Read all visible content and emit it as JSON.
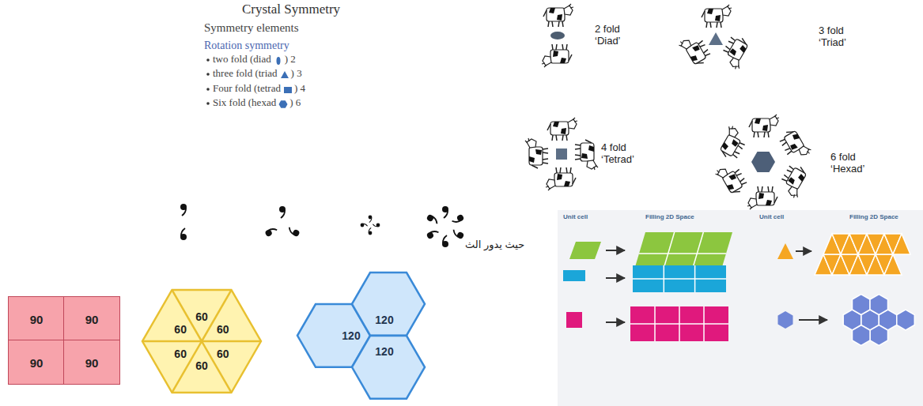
{
  "diagram": {
    "title": "Crystal Symmetry",
    "nodes": [
      {
        "text": [
          "90"
        ]
      },
      {
        "text": [
          "90"
        ]
      },
      {
        "text": [
          "90"
        ]
      },
      {
        "text": [
          "90"
        ]
      },
      {
        "text": [
          "60",
          "60",
          "60",
          "60",
          "60",
          "60"
        ]
      },
      {
        "text": [
          "120"
        ]
      },
      {
        "text": [
          "120"
        ]
      },
      {
        "text": [
          "120"
        ]
      }
    ],
    "labels": [
      "Symmetry elements",
      "Rotation symmetry",
      "two fold (diad",
      ") 2",
      "three fold (triad",
      ") 3",
      "Four fold (tetrad",
      ") 4",
      "Six fold (hexad",
      ") 6",
      "2 fold ‘Diad’",
      "3 fold ‘Triad’",
      "4 fold ‘Tetrad’",
      "6 fold ‘Hexad’",
      "حيث يدور الث",
      "Unit cell",
      "Filling 2D Space",
      "Unit cell",
      "Filling 2D Space"
    ]
  }
}
